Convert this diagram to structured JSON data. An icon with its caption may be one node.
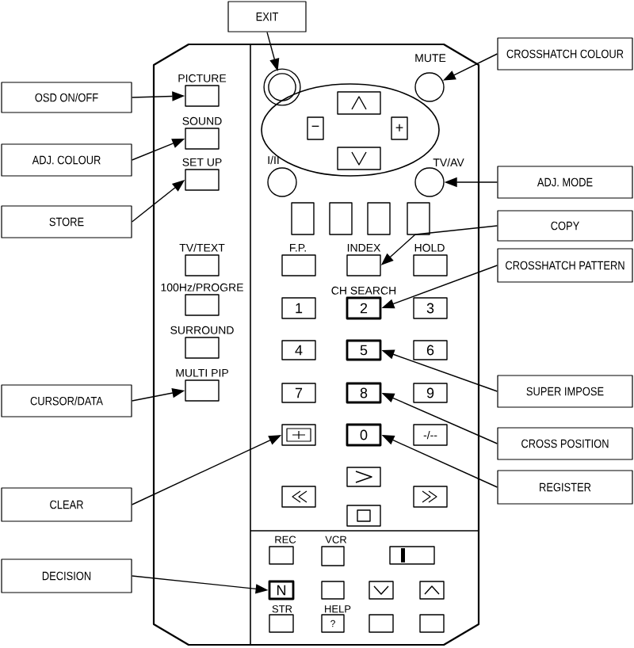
{
  "diagram": {
    "nodes": [
      {
        "text": [
          "EXIT"
        ]
      },
      {
        "text": [
          "OSD ON/OFF"
        ]
      },
      {
        "text": [
          "ADJ. COLOUR"
        ]
      },
      {
        "text": [
          "STORE"
        ]
      },
      {
        "text": [
          "CURSOR/DATA"
        ]
      },
      {
        "text": [
          "CLEAR"
        ]
      },
      {
        "text": [
          "DECISION"
        ]
      },
      {
        "text": [
          "CROSSHATCH COLOUR"
        ]
      },
      {
        "text": [
          "ADJ. MODE"
        ]
      },
      {
        "text": [
          "COPY"
        ]
      },
      {
        "text": [
          "CROSSHATCH PATTERN"
        ]
      },
      {
        "text": [
          "SUPER IMPOSE"
        ]
      },
      {
        "text": [
          "CROSS POSITION"
        ]
      },
      {
        "text": [
          "REGISTER"
        ]
      },
      {
        "text": [],
        "shape": "box"
      },
      {
        "text": [
          "PICTURE"
        ],
        "in": 14
      },
      {
        "text": [
          "SOUND"
        ],
        "in": 14
      },
      {
        "text": [
          "SET UP"
        ],
        "in": 14
      },
      {
        "text": [
          "TV/TEXT"
        ],
        "in": 14
      },
      {
        "text": [
          "100Hz/PROGRE"
        ],
        "in": 14
      },
      {
        "text": [
          "SURROUND"
        ],
        "in": 14
      },
      {
        "text": [
          "MULTI PIP"
        ],
        "in": 14
      },
      {
        "text": [],
        "shape": "circle",
        "in": 14
      },
      {
        "text": [
          "MUTE"
        ],
        "in": 14
      },
      {
        "text": [],
        "shape": "ellipse",
        "in": 14
      },
      {
        "text": [],
        "shape": "box",
        "in": 24
      },
      {
        "text": [
          "−"
        ],
        "in": 24
      },
      {
        "text": [
          "+"
        ],
        "in": 24
      },
      {
        "text": [],
        "shape": "box",
        "in": 24
      },
      {
        "text": [
          "I/II"
        ],
        "in": 14
      },
      {
        "text": [
          "TV/AV"
        ],
        "in": 14
      },
      {
        "text": [],
        "shape": "box",
        "in": 14
      },
      {
        "text": [],
        "shape": "box",
        "in": 14
      },
      {
        "text": [],
        "shape": "box",
        "in": 14
      },
      {
        "text": [],
        "shape": "box",
        "in": 14
      },
      {
        "text": [
          "F.P."
        ],
        "in": 14
      },
      {
        "text": [
          "INDEX"
        ],
        "in": 14
      },
      {
        "text": [
          "HOLD"
        ],
        "in": 14
      },
      {
        "text": [
          "1"
        ],
        "in": 14
      },
      {
        "text": [
          "CH SEARCH",
          "2"
        ],
        "in": 14
      },
      {
        "text": [
          "3"
        ],
        "in": 14
      },
      {
        "text": [
          "4"
        ],
        "in": 14
      },
      {
        "text": [
          "5"
        ],
        "in": 14
      },
      {
        "text": [
          "6"
        ],
        "in": 14
      },
      {
        "text": [
          "7"
        ],
        "in": 14
      },
      {
        "text": [
          "8"
        ],
        "in": 14
      },
      {
        "text": [
          "9"
        ],
        "in": 14
      },
      {
        "text": [],
        "shape": "box",
        "in": 14
      },
      {
        "text": [
          "0"
        ],
        "in": 14
      },
      {
        "text": [
          "-/--"
        ],
        "in": 14
      },
      {
        "text": [],
        "shape": "box",
        "in": 14
      },
      {
        "text": [],
        "shape": "box",
        "in": 14
      },
      {
        "text": [],
        "shape": "box",
        "in": 14
      },
      {
        "text": [],
        "shape": "box",
        "in": 14
      },
      {
        "text": [
          "REC"
        ],
        "in": 14
      },
      {
        "text": [
          "VCR"
        ],
        "in": 14
      },
      {
        "text": [],
        "shape": "box",
        "in": 14
      },
      {
        "text": [
          "N"
        ],
        "in": 14
      },
      {
        "text": [],
        "shape": "box",
        "in": 14
      },
      {
        "text": [],
        "shape": "box",
        "in": 14
      },
      {
        "text": [],
        "shape": "box",
        "in": 14
      },
      {
        "text": [
          "STR"
        ],
        "in": 14
      },
      {
        "text": [
          "HELP",
          "?"
        ],
        "in": 14
      },
      {
        "text": [],
        "shape": "box",
        "in": 14
      },
      {
        "text": [],
        "shape": "box",
        "in": 14
      }
    ],
    "edges": [
      {
        "from": 0,
        "to": 22,
        "arrow": "to"
      },
      {
        "from": 1,
        "to": 15,
        "arrow": "to"
      },
      {
        "from": 2,
        "to": 16,
        "arrow": "to"
      },
      {
        "from": 3,
        "to": 17,
        "arrow": "to"
      },
      {
        "from": 4,
        "to": 21,
        "arrow": "to"
      },
      {
        "from": 5,
        "to": 47,
        "arrow": "to"
      },
      {
        "from": 6,
        "to": 57,
        "arrow": "to"
      },
      {
        "from": 7,
        "to": 23,
        "arrow": "to"
      },
      {
        "from": 8,
        "to": 30,
        "arrow": "to"
      },
      {
        "from": 9,
        "to": 36,
        "arrow": "to"
      },
      {
        "from": 10,
        "to": 39,
        "arrow": "to"
      },
      {
        "from": 11,
        "to": 42,
        "arrow": "to"
      },
      {
        "from": 12,
        "to": 45,
        "arrow": "to"
      },
      {
        "from": 13,
        "to": 48,
        "arrow": "to"
      }
    ]
  }
}
